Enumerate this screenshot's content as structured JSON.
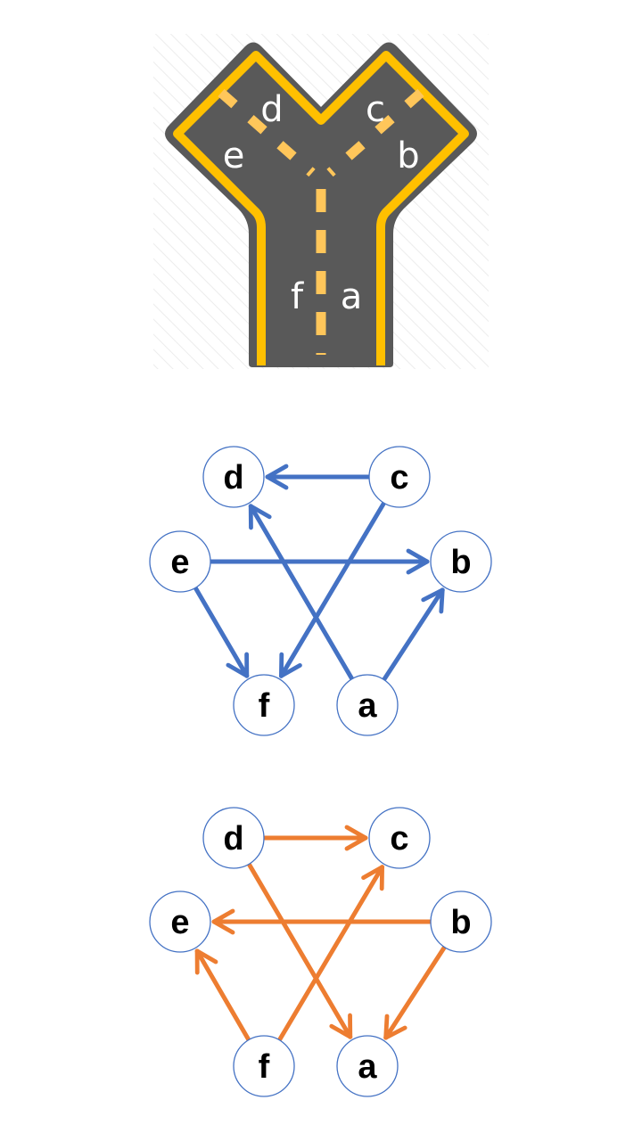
{
  "colors": {
    "road": "#595959",
    "lane_yellow": "#ffc000",
    "lane_dash": "#ffc65a",
    "blue": "#4472c4",
    "orange": "#ed7d31",
    "node_stroke": "#4472c4"
  },
  "road_labels": {
    "a": "a",
    "b": "b",
    "c": "c",
    "d": "d",
    "e": "e",
    "f": "f"
  },
  "graph1": {
    "nodes": {
      "a": "a",
      "b": "b",
      "c": "c",
      "d": "d",
      "e": "e",
      "f": "f"
    },
    "edges": [
      {
        "from": "c",
        "to": "d"
      },
      {
        "from": "c",
        "to": "f"
      },
      {
        "from": "e",
        "to": "b"
      },
      {
        "from": "e",
        "to": "f"
      },
      {
        "from": "a",
        "to": "d"
      },
      {
        "from": "a",
        "to": "b"
      }
    ]
  },
  "graph2": {
    "nodes": {
      "a": "a",
      "b": "b",
      "c": "c",
      "d": "d",
      "e": "e",
      "f": "f"
    },
    "edges": [
      {
        "from": "d",
        "to": "c"
      },
      {
        "from": "d",
        "to": "a"
      },
      {
        "from": "b",
        "to": "e"
      },
      {
        "from": "b",
        "to": "a"
      },
      {
        "from": "f",
        "to": "e"
      },
      {
        "from": "f",
        "to": "c"
      }
    ]
  }
}
